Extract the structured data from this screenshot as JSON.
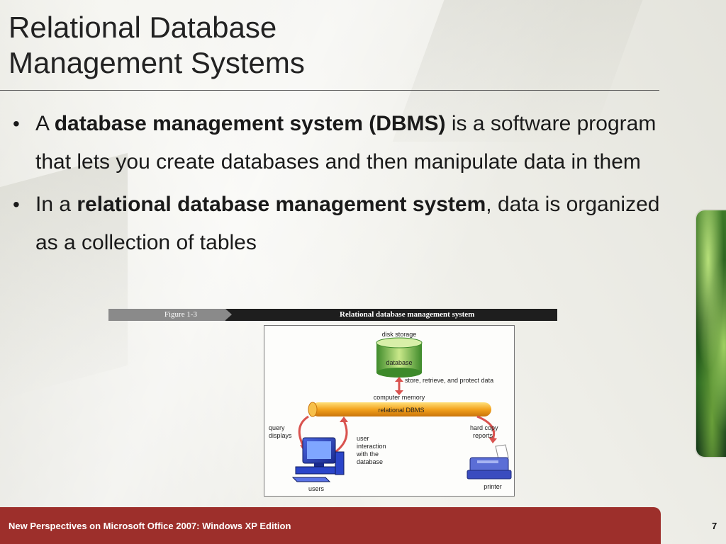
{
  "slide": {
    "title_line1": "Relational Database",
    "title_line2": "Management Systems",
    "bullets": [
      {
        "pre": "A ",
        "bold": "database management system (DBMS)",
        "post": " is a software program that lets you create databases and then manipulate data in them"
      },
      {
        "pre": "In a ",
        "bold": "relational database management system",
        "post": ", data is organized as a collection of tables"
      }
    ],
    "bullet_glyph": "•"
  },
  "figure": {
    "number": "Figure  1-3",
    "caption": "Relational database management system",
    "labels": {
      "disk_storage": "disk storage",
      "database": "database",
      "store_retrieve": "store, retrieve, and protect data",
      "computer_memory": "computer memory",
      "relational_dbms": "relational DBMS",
      "query_displays_1": "query",
      "query_displays_2": "displays",
      "user_interaction_1": "user",
      "user_interaction_2": "interaction",
      "user_interaction_3": "with the",
      "user_interaction_4": "database",
      "hard_copy_1": "hard copy",
      "hard_copy_2": "reports",
      "users": "users",
      "printer": "printer"
    }
  },
  "footer": {
    "text": "New Perspectives on Microsoft Office 2007: Windows XP Edition",
    "page_number": "7"
  },
  "colors": {
    "footer_bg": "#9d2f2b",
    "db_cylinder": "#5ea838",
    "dbms_bar": "#f0a020",
    "arrow_red": "#d9534f",
    "computer_blue": "#2b45c9"
  }
}
